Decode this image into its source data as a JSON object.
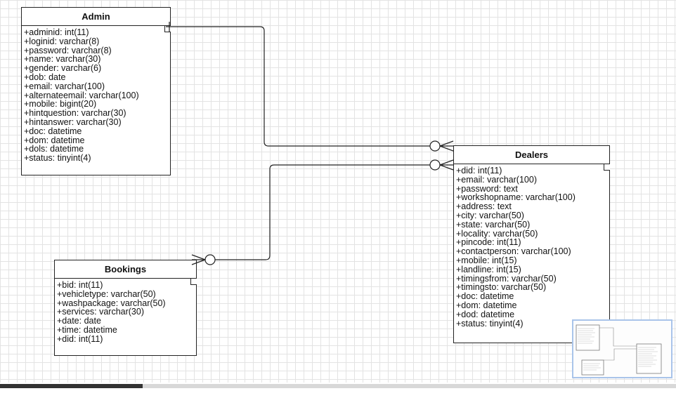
{
  "entities": {
    "admin": {
      "title": "Admin",
      "attributes": [
        "+adminid: int(11)",
        "+loginid: varchar(8)",
        "+password: varchar(8)",
        "+name: varchar(30)",
        "+gender: varchar(6)",
        "+dob: date",
        "+email: varchar(100)",
        "+alternateemail: varchar(100)",
        "+mobile: bigint(20)",
        "+hintquestion: varchar(30)",
        "+hintanswer: varchar(30)",
        "+doc: datetime",
        "+dom: datetime",
        "+dols: datetime",
        "+status: tinyint(4)"
      ]
    },
    "dealers": {
      "title": "Dealers",
      "attributes": [
        "+did: int(11)",
        "+email: varchar(100)",
        "+password: text",
        "+workshopname: varchar(100)",
        "+address: text",
        "+city: varchar(50)",
        "+state: varchar(50)",
        "+locality: varchar(50)",
        "+pincode: int(11)",
        "+contactperson: varchar(100)",
        "+mobile: int(15)",
        "+landline: int(15)",
        "+timingsfrom: varchar(50)",
        "+timingsto: varchar(50)",
        "+doc: datetime",
        "+dom: datetime",
        "+dod: datetime",
        "+status: tinyint(4)"
      ]
    },
    "bookings": {
      "title": "Bookings",
      "attributes": [
        "+bid: int(11)",
        "+vehicletype: varchar(50)",
        "+washpackage: varchar(50)",
        "+services: varchar(30)",
        "+date: date",
        "+time: datetime",
        "+did: int(11)"
      ]
    }
  },
  "colors": {
    "grid": "#e3e3e3",
    "line": "#222222",
    "minimap_border": "#a9c4ea",
    "scroll_thumb": "#333333"
  }
}
